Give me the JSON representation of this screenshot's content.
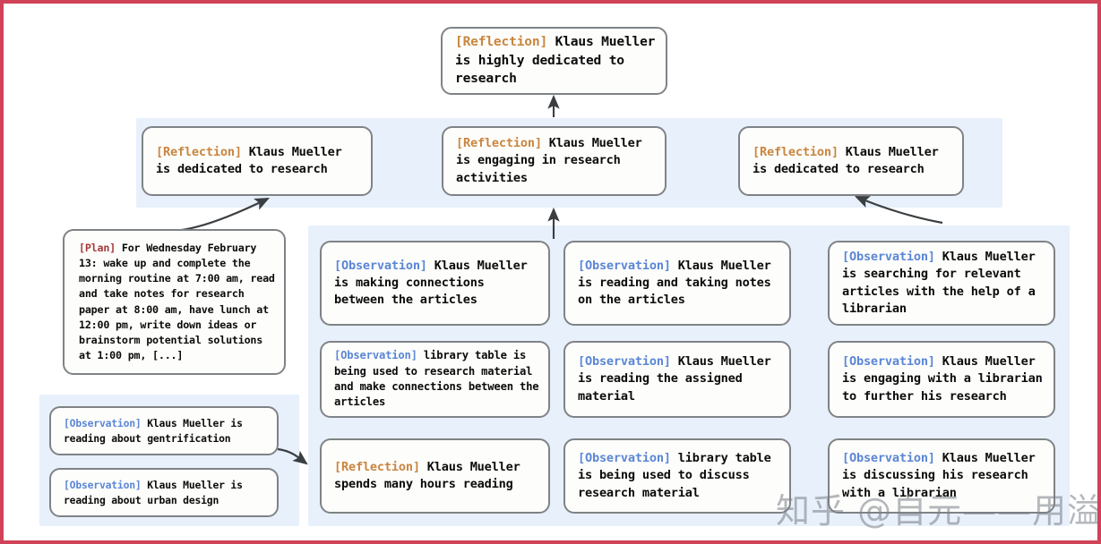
{
  "figure": {
    "border_color": "#cf4257",
    "panel_color": "#e8f0fb",
    "node_border_color": "#7f8386",
    "tag_colors": {
      "reflection": "#c98640",
      "observation": "#5b86d6",
      "plan": "#a63a3a"
    }
  },
  "top_node": {
    "tag": "[Reflection]",
    "text": " Klaus Mueller is highly dedicated to research"
  },
  "reflection_row": [
    {
      "tag": "[Reflection]",
      "text": " Klaus Mueller is dedicated to research"
    },
    {
      "tag": "[Reflection]",
      "text": " Klaus Mueller is engaging in research activities"
    },
    {
      "tag": "[Reflection]",
      "text": " Klaus Mueller is dedicated to research"
    }
  ],
  "plan_node": {
    "tag": "[Plan]",
    "text": " For Wednesday February 13: wake up and complete the morning routine at 7:00 am, read and take notes for research paper at 8:00 am, have lunch at 12:00 pm, write down ideas or brainstorm potential solutions at 1:00 pm, [...]"
  },
  "left_bottom_panel": [
    {
      "tag": "[Observation]",
      "text": " Klaus Mueller is reading about gentrification"
    },
    {
      "tag": "[Observation]",
      "text": " Klaus Mueller is reading about urban design"
    }
  ],
  "column_a": [
    {
      "tag": "[Observation]",
      "text": " Klaus Mueller is making connections between the articles"
    },
    {
      "tag": "[Observation]",
      "text": " library table is being used to research material and make connections between the articles"
    },
    {
      "tag": "[Reflection]",
      "text": " Klaus Mueller spends many hours reading"
    }
  ],
  "column_b": [
    {
      "tag": "[Observation]",
      "text": " Klaus Mueller is reading and taking notes on the articles"
    },
    {
      "tag": "[Observation]",
      "text": " Klaus Mueller is reading the assigned material"
    },
    {
      "tag": "[Observation]",
      "text": " library table is being used to discuss research material"
    }
  ],
  "column_c": [
    {
      "tag": "[Observation]",
      "text": " Klaus Mueller is searching for relevant articles with the help of a librarian"
    },
    {
      "tag": "[Observation]",
      "text": " Klaus Mueller is engaging with a librarian to further his research"
    },
    {
      "tag": "[Observation]",
      "text": " Klaus Mueller is discussing his research with a librarian"
    }
  ],
  "watermark": {
    "text": "知乎 @自元——用溢书生"
  }
}
